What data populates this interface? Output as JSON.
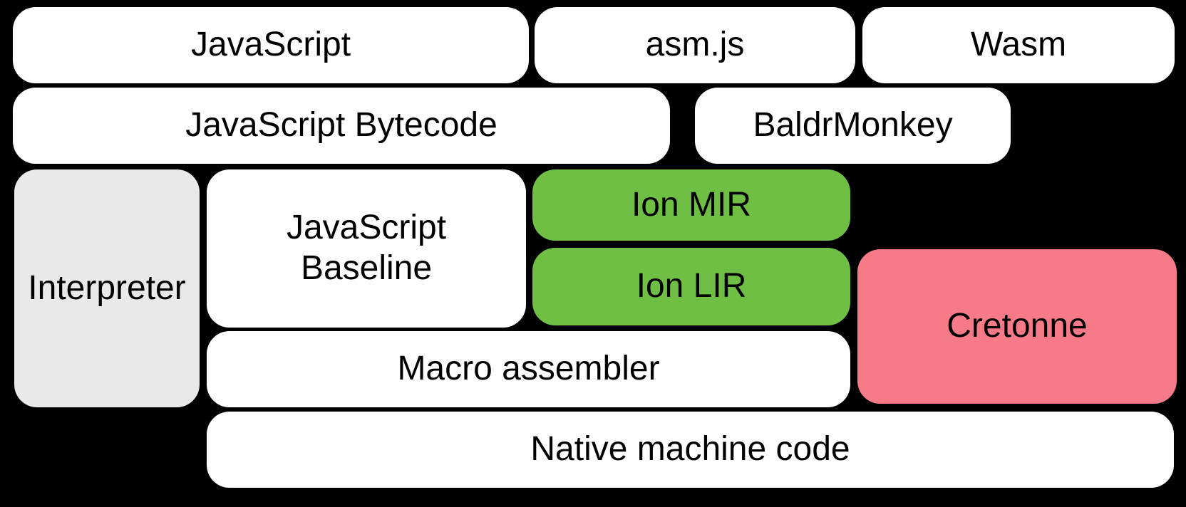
{
  "colors": {
    "background": "#000000",
    "text": "#000000",
    "white": "#ffffff",
    "gray": "#e9e9e9",
    "green": "#70bf45",
    "pink": "#f67a87"
  },
  "boxes": {
    "javascript": {
      "label": "JavaScript"
    },
    "asmjs": {
      "label": "asm.js"
    },
    "wasm": {
      "label": "Wasm"
    },
    "javascript_bytecode": {
      "label": "JavaScript Bytecode"
    },
    "baldrmonkey": {
      "label": "BaldrMonkey"
    },
    "interpreter": {
      "label": "Interpreter"
    },
    "javascript_baseline": {
      "line1": "JavaScript",
      "line2": "Baseline"
    },
    "ion_mir": {
      "label": "Ion MIR"
    },
    "ion_lir": {
      "label": "Ion LIR"
    },
    "cretonne": {
      "label": "Cretonne"
    },
    "macro_assembler": {
      "label": "Macro assembler"
    },
    "native_machine_code": {
      "label": "Native machine code"
    }
  }
}
